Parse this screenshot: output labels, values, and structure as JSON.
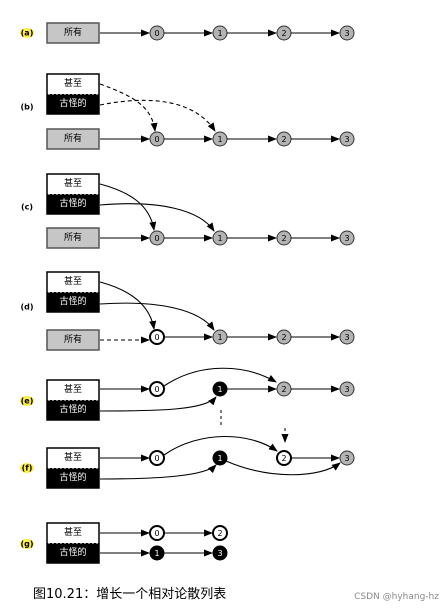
{
  "figure": {
    "caption": "图10.21：增长一个相对论散列表",
    "watermark": "CSDN @hyhang-hz"
  },
  "colors": {
    "gray_node": "#b3b3b3",
    "black_node": "#000000",
    "highlight": "#ffee44",
    "box_gray": "#c6c6c6"
  },
  "labels": {
    "all_box": "所有",
    "most_box": "甚至",
    "odd_box": "古怪的"
  },
  "panels": [
    {
      "id": "a",
      "label": "(a)",
      "highlighted": true
    },
    {
      "id": "b",
      "label": "(b)",
      "highlighted": false
    },
    {
      "id": "c",
      "label": "(c)",
      "highlighted": false
    },
    {
      "id": "d",
      "label": "(d)",
      "highlighted": false
    },
    {
      "id": "e",
      "label": "(e)",
      "highlighted": true
    },
    {
      "id": "f",
      "label": "(f)",
      "highlighted": true
    },
    {
      "id": "g",
      "label": "(g)",
      "highlighted": true
    }
  ],
  "nodes": {
    "a": [
      {
        "label": "0",
        "style": "gray"
      },
      {
        "label": "1",
        "style": "gray"
      },
      {
        "label": "2",
        "style": "gray"
      },
      {
        "label": "3",
        "style": "gray"
      }
    ],
    "b": [
      {
        "label": "0",
        "style": "gray"
      },
      {
        "label": "1",
        "style": "gray"
      },
      {
        "label": "2",
        "style": "gray"
      },
      {
        "label": "3",
        "style": "gray"
      }
    ],
    "c": [
      {
        "label": "0",
        "style": "gray"
      },
      {
        "label": "1",
        "style": "gray"
      },
      {
        "label": "2",
        "style": "gray"
      },
      {
        "label": "3",
        "style": "gray"
      }
    ],
    "d": [
      {
        "label": "0",
        "style": "white"
      },
      {
        "label": "1",
        "style": "gray"
      },
      {
        "label": "2",
        "style": "gray"
      },
      {
        "label": "3",
        "style": "gray"
      }
    ],
    "e": [
      {
        "label": "0",
        "style": "white"
      },
      {
        "label": "1",
        "style": "black"
      },
      {
        "label": "2",
        "style": "gray"
      },
      {
        "label": "3",
        "style": "gray"
      }
    ],
    "f": [
      {
        "label": "0",
        "style": "white"
      },
      {
        "label": "1",
        "style": "black"
      },
      {
        "label": "2",
        "style": "white"
      },
      {
        "label": "3",
        "style": "gray"
      }
    ],
    "g": [
      {
        "label": "0",
        "style": "white"
      },
      {
        "label": "2",
        "style": "white"
      },
      {
        "label": "1",
        "style": "black"
      },
      {
        "label": "3",
        "style": "black"
      }
    ]
  }
}
